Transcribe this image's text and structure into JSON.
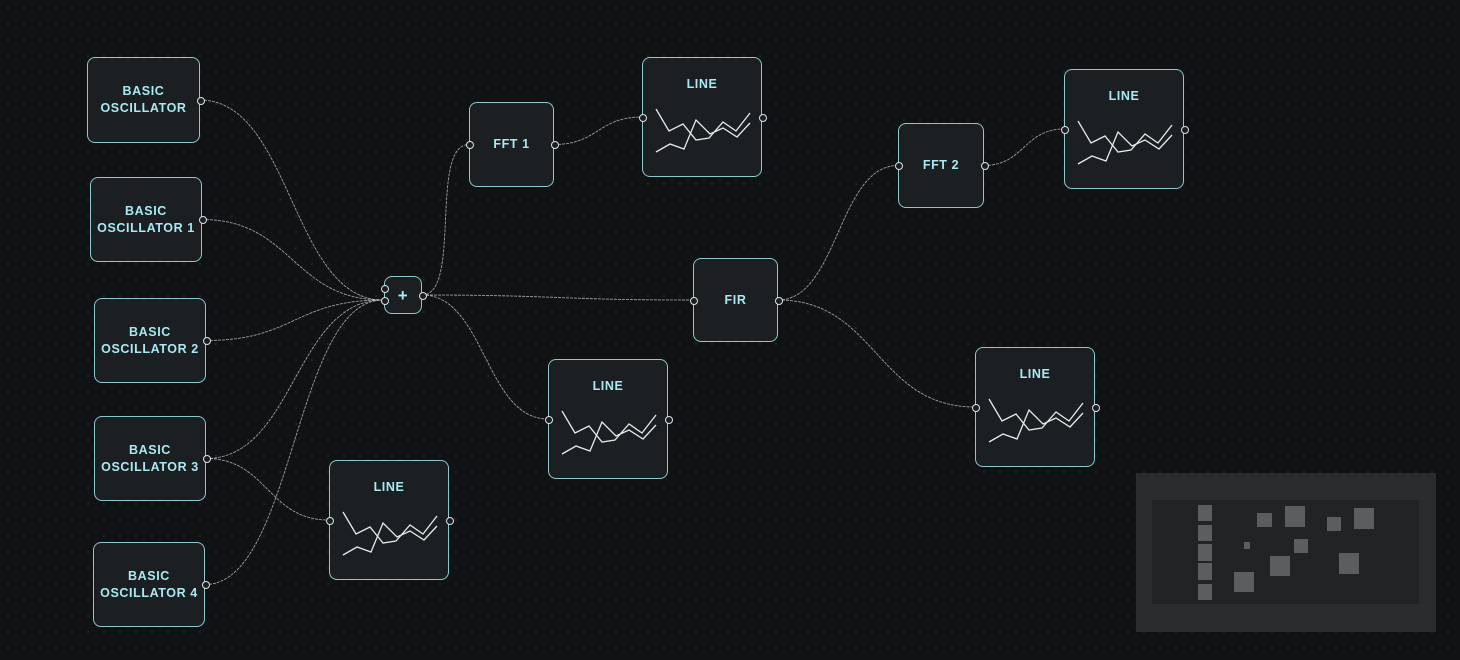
{
  "colors": {
    "background": "#111213",
    "node_fill": "#1b1f22",
    "node_border": "#8cc9cd",
    "node_text": "#a9e9f2",
    "edge": "#c8cccd",
    "minimap_bg": "#2b2c2d",
    "minimap_node": "#5c5d5e"
  },
  "nodes": [
    {
      "id": "osc0",
      "label": "BASIC\nOSCILLATOR",
      "type": "oscillator"
    },
    {
      "id": "osc1",
      "label": "BASIC\nOSCILLATOR 1",
      "type": "oscillator"
    },
    {
      "id": "osc2",
      "label": "BASIC\nOSCILLATOR 2",
      "type": "oscillator"
    },
    {
      "id": "osc3",
      "label": "BASIC\nOSCILLATOR 3",
      "type": "oscillator"
    },
    {
      "id": "osc4",
      "label": "BASIC\nOSCILLATOR 4",
      "type": "oscillator"
    },
    {
      "id": "add",
      "label": "+",
      "type": "add"
    },
    {
      "id": "fft1",
      "label": "FFT 1",
      "type": "fft"
    },
    {
      "id": "fft2",
      "label": "FFT 2",
      "type": "fft"
    },
    {
      "id": "fir",
      "label": "FIR",
      "type": "filter"
    },
    {
      "id": "line1",
      "label": "LINE",
      "type": "line"
    },
    {
      "id": "line2",
      "label": "LINE",
      "type": "line"
    },
    {
      "id": "line3",
      "label": "LINE",
      "type": "line"
    },
    {
      "id": "line4",
      "label": "LINE",
      "type": "line"
    },
    {
      "id": "line5",
      "label": "LINE",
      "type": "line"
    }
  ],
  "edges": [
    {
      "from": "osc0",
      "to": "add"
    },
    {
      "from": "osc1",
      "to": "add"
    },
    {
      "from": "osc2",
      "to": "add"
    },
    {
      "from": "osc3",
      "to": "add"
    },
    {
      "from": "osc4",
      "to": "add"
    },
    {
      "from": "osc3",
      "to": "line5"
    },
    {
      "from": "add",
      "to": "fft1"
    },
    {
      "from": "add",
      "to": "fir"
    },
    {
      "from": "add",
      "to": "line3"
    },
    {
      "from": "fft1",
      "to": "line1"
    },
    {
      "from": "fir",
      "to": "fft2"
    },
    {
      "from": "fir",
      "to": "line4"
    },
    {
      "from": "fft2",
      "to": "line2"
    }
  ],
  "line_icon": "line-chart-icon"
}
